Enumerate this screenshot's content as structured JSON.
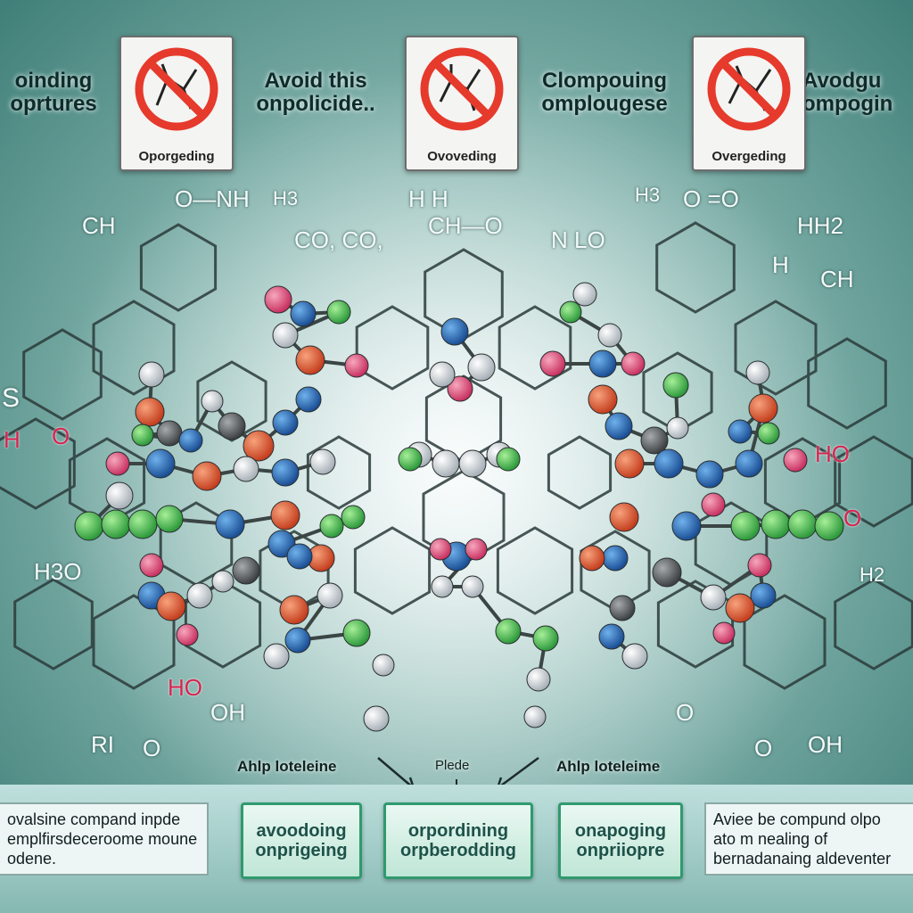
{
  "header": {
    "labels": [
      [
        "oinding",
        "oprtures"
      ],
      [
        "Avoid this",
        "onpolicide.."
      ],
      [
        "Clompouing",
        "omplougese"
      ],
      [
        "Avodgu",
        "ompogin"
      ]
    ],
    "signs": [
      {
        "caption": "Oporgeding"
      },
      {
        "caption": "Ovoveding"
      },
      {
        "caption": "Overgeding"
      }
    ]
  },
  "structure_labels": {
    "ch_left": "CH",
    "o_nh": "O—NH",
    "h3_left": "H3",
    "co_co": "CO,  CO,",
    "h_ch_oh": "H   H",
    "ch_o": "CH—O",
    "n_lo": "N  LO",
    "h3_right": "H3",
    "o_o": "O  =O",
    "hh2": "HH2",
    "h_small": "H",
    "ch_right": "CH",
    "s_left": "S",
    "ho_left": "H",
    "o_left": "O",
    "ho_right": "HO",
    "h3o": "H3O",
    "h2_right": "H2",
    "o_bottom_right": "O",
    "ho_mid": "HO",
    "oh_left": "OH",
    "ri": "RI",
    "o_bl": "O",
    "oh_br": "OH",
    "o_br1": "O",
    "o_br2": "O"
  },
  "notes": {
    "left": "Ahlp loteleine",
    "center": "Plede",
    "right": "Ahlp loteleime"
  },
  "footer": {
    "left_box": [
      "ovalsine compand inpde",
      "emplfirsdeceroome moune",
      "odene."
    ],
    "btn1": [
      "avoodoing",
      "onprigeing"
    ],
    "btn2": [
      "orpordining",
      "orpberodding"
    ],
    "btn3": [
      "onapoging",
      "onpriiopre"
    ],
    "right_box": [
      "Aviee be compund olpo",
      "ato m nealing of",
      "bernadanaing aldeventer"
    ]
  },
  "colors": {
    "background": "#5f9c94",
    "atom_red": "#d9532f",
    "atom_blue": "#2a6fb8",
    "atom_green": "#4fbf55",
    "atom_pink": "#e2587c",
    "atom_white": "#f2f4f5",
    "atom_gray": "#6a6e72",
    "sign_red": "#e53a2c"
  }
}
